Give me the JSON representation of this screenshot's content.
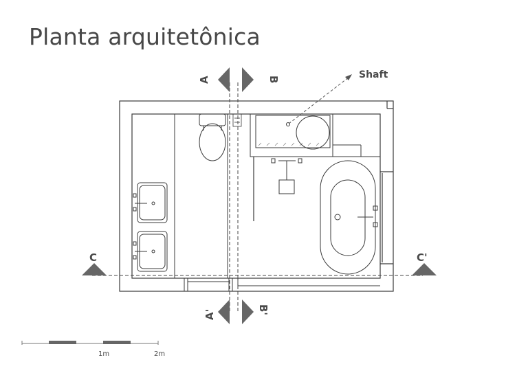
{
  "title": "Planta arquitetônica",
  "annotation": {
    "shaft": "Shaft"
  },
  "sections": {
    "a": "A",
    "b": "B",
    "a_prime": "A'",
    "b_prime": "B'",
    "c": "C",
    "c_prime": "C'"
  },
  "scale_bar": {
    "label_1": "1m",
    "label_2": "2m"
  },
  "colors": {
    "line": "#3a3a3a",
    "marker": "#666666",
    "dash": "#444444"
  }
}
